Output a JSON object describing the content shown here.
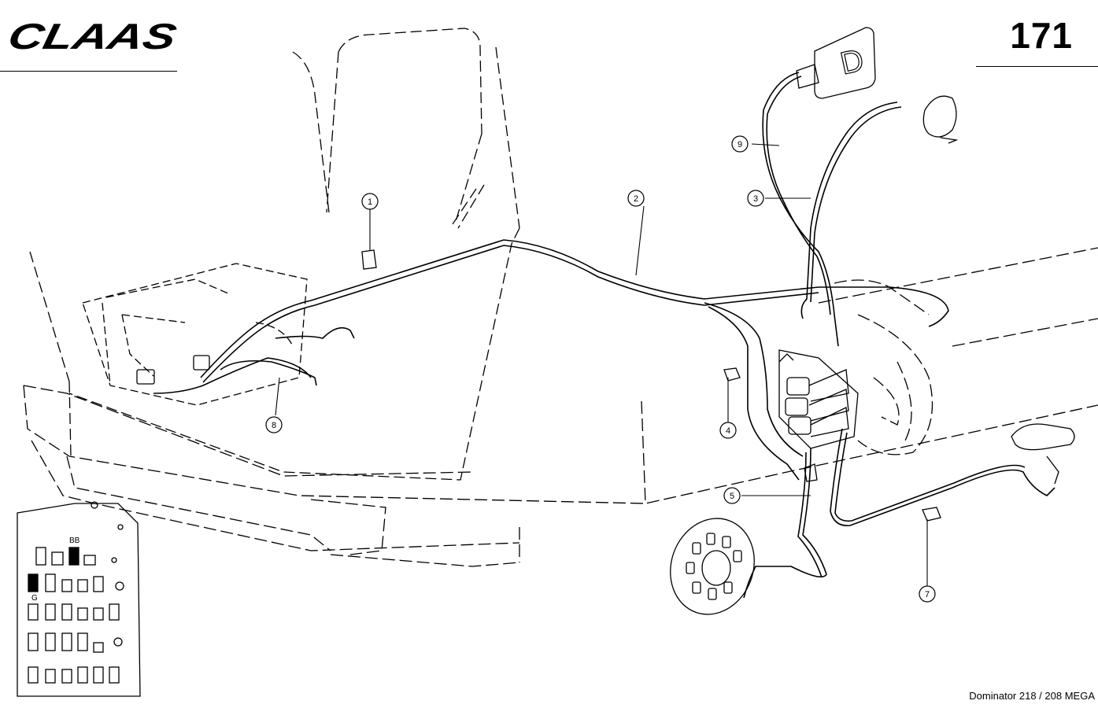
{
  "brand": {
    "logo_text": "CLAAS"
  },
  "page_number": "171",
  "footer": {
    "model": "Dominator 218 / 208 MEGA"
  },
  "callouts": [
    {
      "id": "1",
      "label": "1"
    },
    {
      "id": "2",
      "label": "2"
    },
    {
      "id": "3",
      "label": "3"
    },
    {
      "id": "4",
      "label": "4"
    },
    {
      "id": "5",
      "label": "5"
    },
    {
      "id": "7",
      "label": "7"
    },
    {
      "id": "8",
      "label": "8"
    },
    {
      "id": "9",
      "label": "9"
    }
  ],
  "fuse_panel": {
    "label_bb": "BB",
    "label_g": "G"
  },
  "switch_letter": "D",
  "colors": {
    "ink": "#000000",
    "paper": "#ffffff"
  }
}
